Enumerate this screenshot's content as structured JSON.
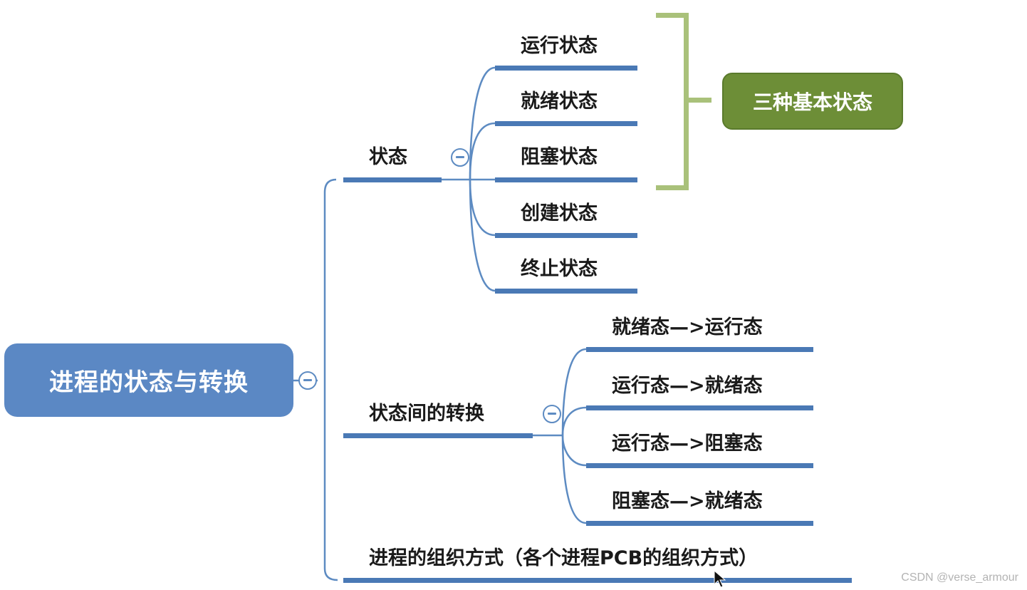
{
  "root": {
    "label": "进程的状态与转换"
  },
  "branches": [
    {
      "label": "状态",
      "children": [
        "运行状态",
        "就绪状态",
        "阻塞状态",
        "创建状态",
        "终止状态"
      ]
    },
    {
      "label": "状态间的转换",
      "children": [
        "就绪态—>运行态",
        "运行态—>就绪态",
        "运行态—>阻塞态",
        "阻塞态—>就绪态"
      ]
    },
    {
      "label": "进程的组织方式（各个进程PCB的组织方式）",
      "children": []
    }
  ],
  "summary": {
    "label": "三种基本状态"
  },
  "watermark": "CSDN @verse_armour",
  "colors": {
    "root_fill": "#5b88c4",
    "branch_line": "#4a79b5",
    "connector": "#5d8bc2",
    "summary_fill": "#6d8e37",
    "bracket": "#a9c17a"
  }
}
